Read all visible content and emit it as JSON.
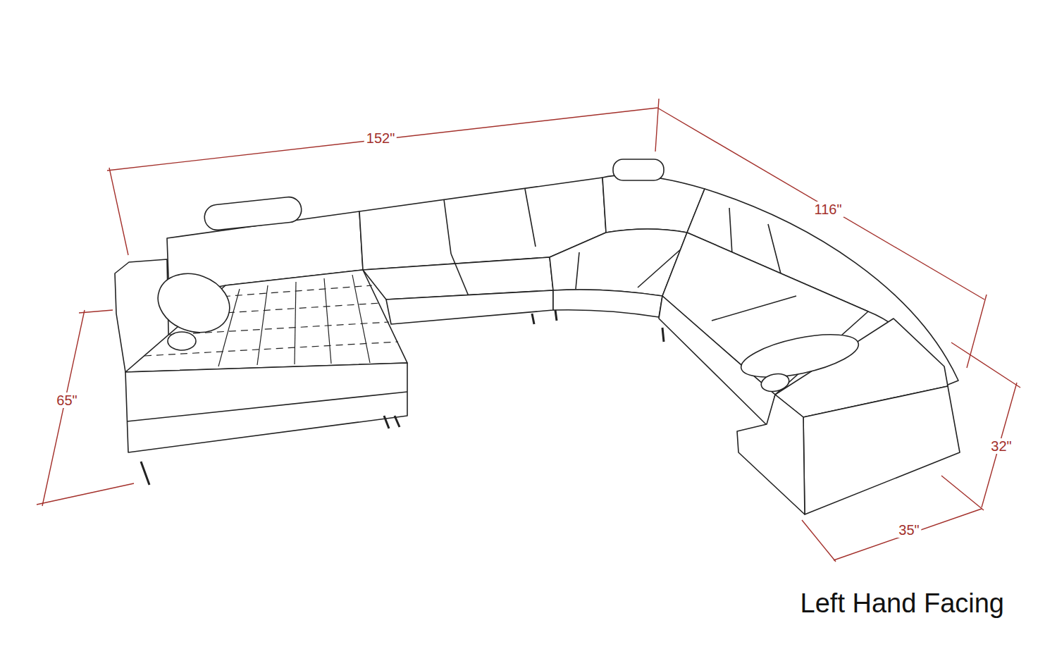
{
  "diagram": {
    "caption": "Left Hand Facing",
    "labels": [
      "152\"",
      "116\"",
      "65\"",
      "32\"",
      "35\""
    ]
  }
}
